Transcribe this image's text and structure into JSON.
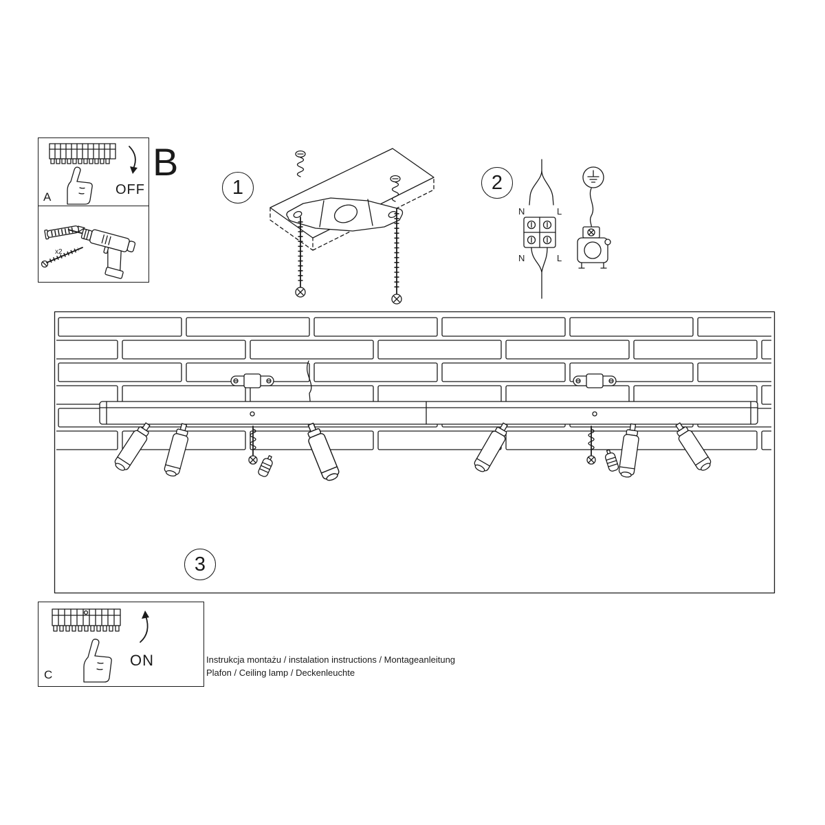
{
  "meta": {
    "line_color": "#1a1a1a",
    "bg": "#ffffff"
  },
  "section_a": {
    "label": "A",
    "action": "OFF"
  },
  "tools": {
    "qty": "x2"
  },
  "section_b": {
    "label": "B"
  },
  "steps": {
    "s1": "1",
    "s2": "2",
    "s3": "3"
  },
  "wiring": {
    "top_n": "N",
    "top_l": "L",
    "bottom_n": "N",
    "bottom_l": "L"
  },
  "section_c": {
    "label": "C",
    "action": "ON"
  },
  "footer": {
    "line1": "Instrukcja montażu / instalation instructions / Montageanleitung",
    "line2": "Plafon / Ceiling lamp / Deckenleuchte"
  }
}
